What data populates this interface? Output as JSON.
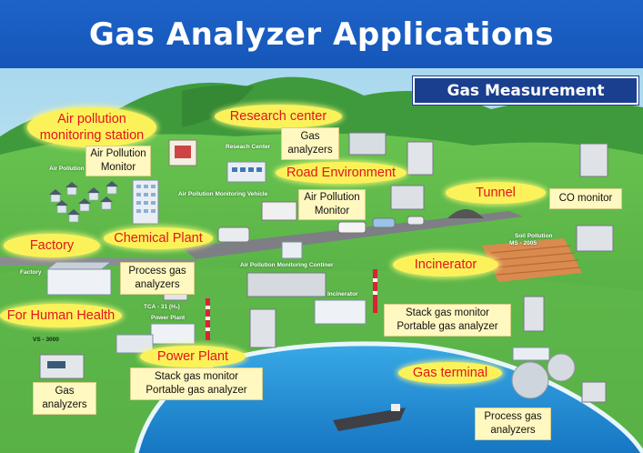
{
  "title": "Gas Analyzer Applications",
  "section_label": "Gas Measurement",
  "ovals": {
    "air_pollution_station": "Air pollution monitoring station",
    "research_center": "Research center",
    "road_environment": "Road Environment",
    "tunnel": "Tunnel",
    "factory": "Factory",
    "chemical_plant": "Chemical Plant",
    "incinerator": "Incinerator",
    "human_health": "For Human Health",
    "power_plant": "Power Plant",
    "gas_terminal": "Gas terminal"
  },
  "notes": {
    "air_pollution_monitor_1": "Air Pollution Monitor",
    "gas_analyzers_research": "Gas analyzers",
    "air_pollution_monitor_2": "Air Pollution Monitor",
    "co_monitor": "CO monitor",
    "process_gas_factory": "Process gas analyzers",
    "stack_incinerator": "Stack gas monitor Portable gas analyzer",
    "gas_analyzers_health": "Gas analyzers",
    "stack_power": "Stack gas monitor Portable gas analyzer",
    "process_gas_terminal": "Process gas analyzers"
  },
  "small_labels": {
    "air_pollution": "Air Pollution",
    "research_center": "Reseach Center",
    "monitoring_vehicle": "Air Pollution Monitoring Vehicle",
    "soil_pollution": "Soil Pollution",
    "ms_2005": "MS - 2005",
    "factory": "Factory",
    "monitoring_continer": "Air Pollution Monitoring Continer",
    "tca": "TCA - 31 (H₂)",
    "vs_3000": "VS - 3000",
    "power_plant": "Power Plant",
    "incinerator": "Incinerator"
  },
  "colors": {
    "title_bar": "#1e63c9",
    "oval_fill": "#fbf25a",
    "oval_text": "#e4141c",
    "note_fill": "#fff8c0",
    "grass": "#58b347",
    "sea": "#1f8fd6",
    "sky": "#bfe3f2"
  }
}
